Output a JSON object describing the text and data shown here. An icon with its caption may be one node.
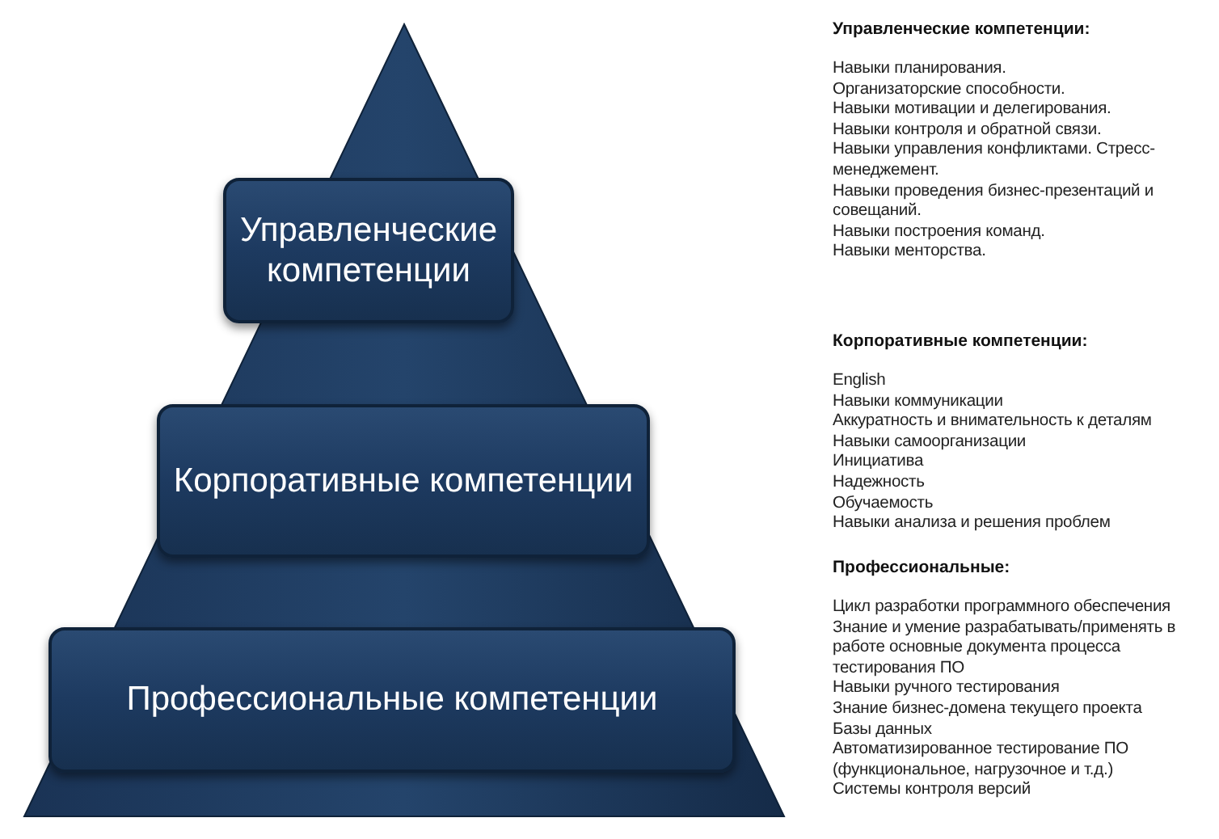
{
  "diagram": {
    "nodes": [
      {
        "text": [
          "Управленческие компетенции"
        ]
      },
      {
        "text": [
          "Корпоративные компетенции"
        ]
      },
      {
        "text": [
          "Профессиональные компетенции"
        ]
      }
    ],
    "labels": [
      "Управленческие компетенции:",
      "Навыки планирования.",
      "Организаторские способности.",
      "Навыки мотивации и делегирования.",
      "Навыки контроля и обратной связи.",
      "Навыки управления конфликтами. Стресс-менеджемент.",
      "Навыки проведения бизнес-презентаций и совещаний.",
      "Навыки построения команд.",
      "Навыки менторства.",
      "Корпоративные компетенции:",
      "English",
      "Навыки коммуникации",
      "Аккуратность и внимательность к деталям",
      "Навыки самоорганизации",
      "Инициатива",
      "Надежность",
      "Обучаемость",
      "Навыки анализа и решения проблем",
      "Профессиональные:",
      "Цикл разработки программного обеспечения",
      "Знание и умение разрабатывать/применять в работе основные документа процесса тестирования ПО",
      "Навыки ручного тестирования",
      "Знание бизнес-домена текущего проекта",
      "Базы данных",
      "Автоматизированное тестирование ПО (функциональное, нагрузочное и т.д.)",
      "Системы контроля версий"
    ]
  }
}
